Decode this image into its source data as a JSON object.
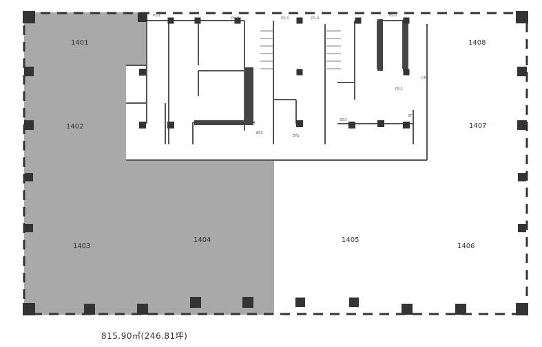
{
  "floor_plan": {
    "rooms": [
      {
        "id": "1401",
        "label": "1401",
        "leased": true
      },
      {
        "id": "1402",
        "label": "1402",
        "leased": true
      },
      {
        "id": "1403",
        "label": "1403",
        "leased": true
      },
      {
        "id": "1404",
        "label": "1404",
        "leased": true
      },
      {
        "id": "1405",
        "label": "1405",
        "leased": false
      },
      {
        "id": "1406",
        "label": "1406",
        "leased": false
      },
      {
        "id": "1407",
        "label": "1407",
        "leased": false
      },
      {
        "id": "1408",
        "label": "1408",
        "leased": false
      }
    ],
    "core_labels": [
      "PS-1",
      "PS-2",
      "PS-3",
      "PS-4",
      "PS-5",
      "ES2",
      "ES3",
      "ST2",
      "EPS",
      "CP3",
      "PS-1"
    ],
    "area_text": "815.90㎡(246.81坪)",
    "colors": {
      "leased": "#a9a9a9",
      "column": "#333333",
      "wall": "#555555"
    }
  }
}
